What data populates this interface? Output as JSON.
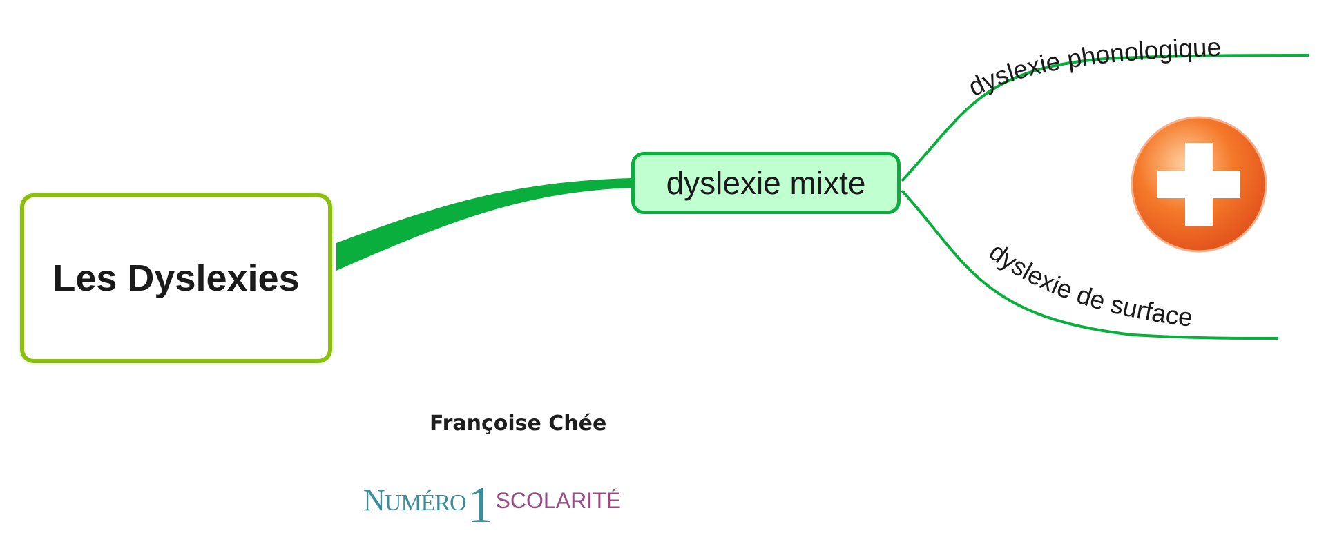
{
  "central_topic": {
    "label": "Les Dyslexies"
  },
  "main_topic": {
    "label": "dyslexie mixte"
  },
  "subtopics": [
    {
      "label": "dyslexie phonologique"
    },
    {
      "label": "dyslexie de surface"
    }
  ],
  "author": "Françoise Chée",
  "logo": {
    "part1": "Numéro",
    "number": "1",
    "part2": "SCOLARITÉ"
  },
  "icons": {
    "add": "plus-circle-icon"
  },
  "colors": {
    "central_border": "#8cc010",
    "branch": "#0aae3c",
    "main_fill": "#bfffd0",
    "add_icon": "#f06a20"
  }
}
